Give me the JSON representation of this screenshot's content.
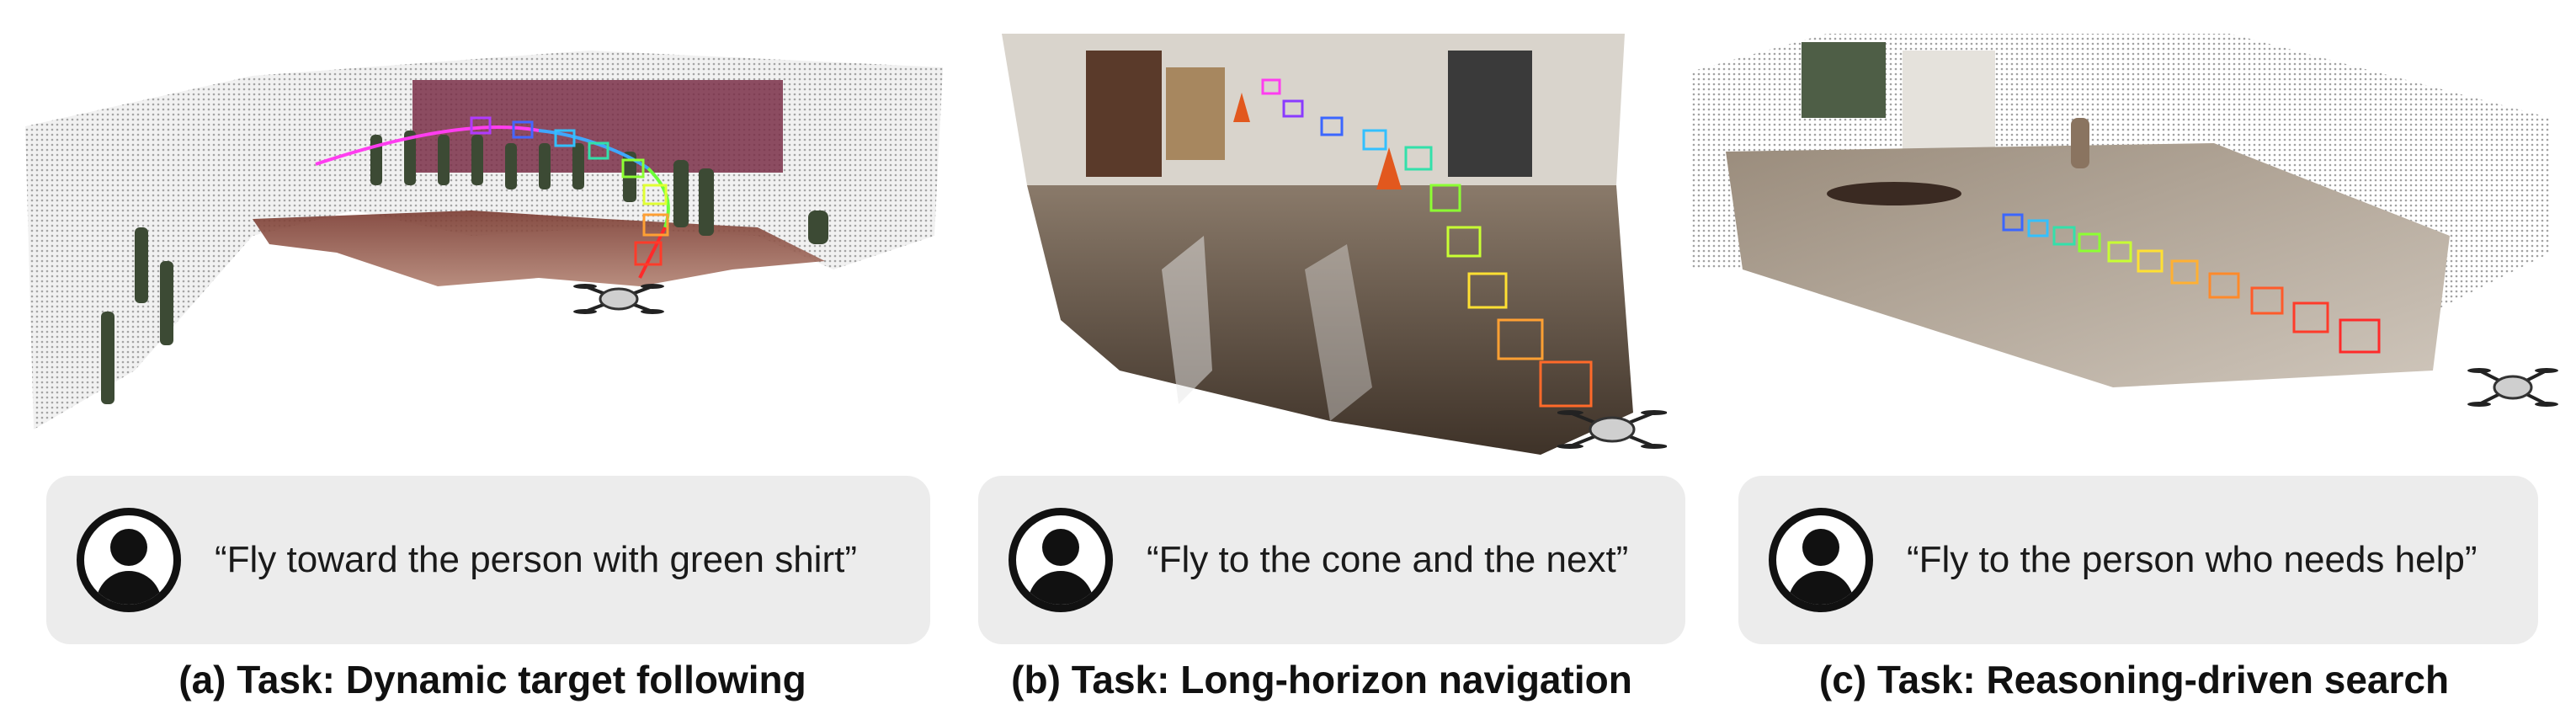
{
  "panels": [
    {
      "prompt": "“Fly toward the person with green shirt”",
      "caption": "(a) Task: Dynamic target following"
    },
    {
      "prompt": "“Fly to the cone and the next”",
      "caption": "(b) Task: Long-horizon navigation"
    },
    {
      "prompt": "“Fly to the person who needs help”",
      "caption": "(c) Task: Reasoning-driven search"
    }
  ],
  "colors": {
    "prompt_box": "#ececec",
    "trajectory_start": "#ff3df0",
    "trajectory_mid": "#6cff3a",
    "trajectory_end": "#ff2a2a"
  }
}
